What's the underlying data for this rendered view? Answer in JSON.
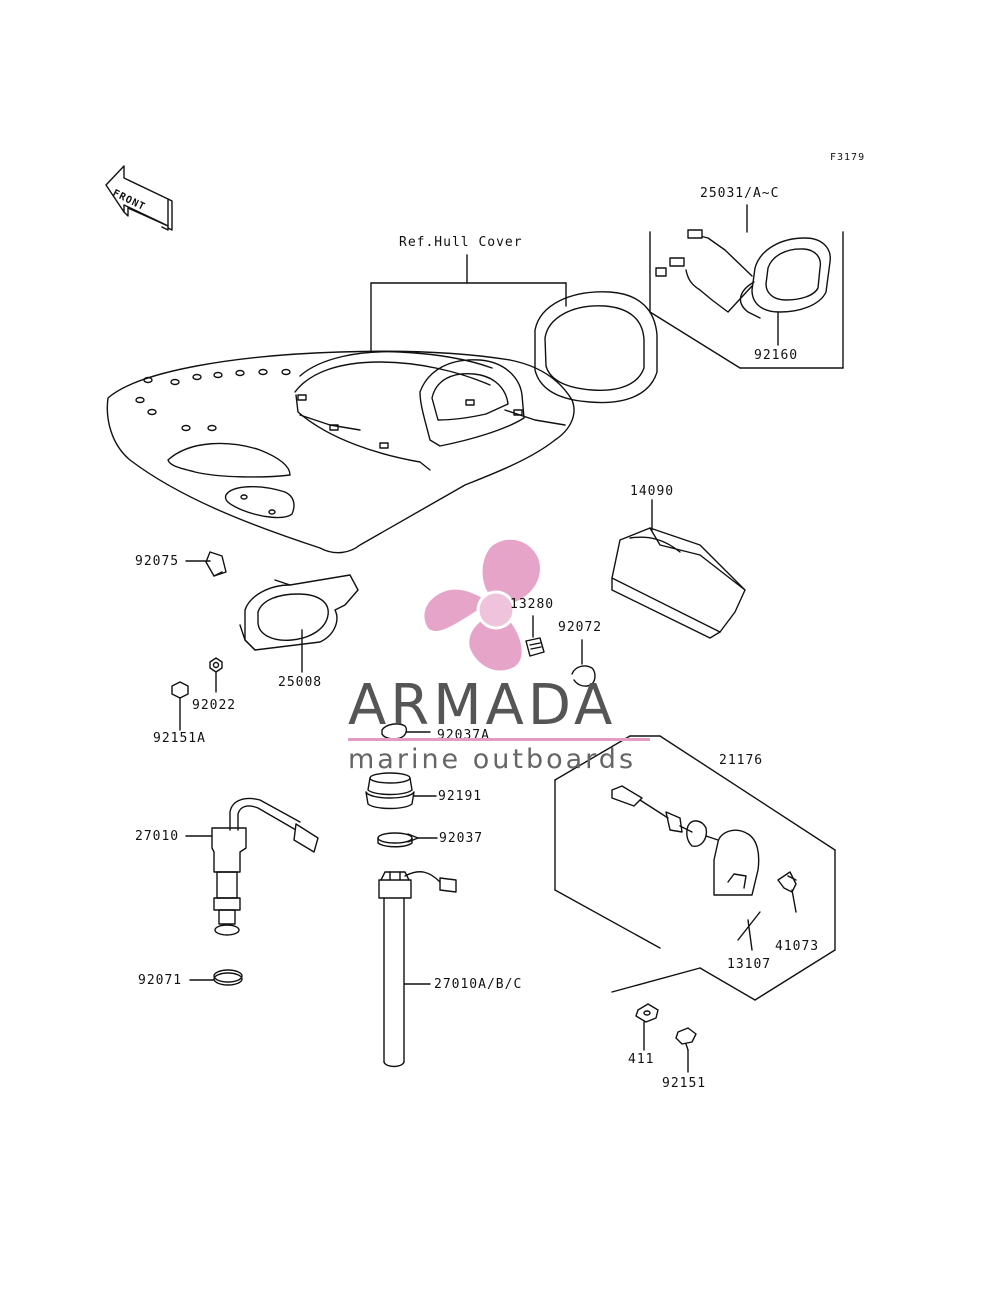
{
  "figure_code": "F3179",
  "front_label": "FRONT",
  "ref_label": "Ref.Hull Cover",
  "watermark": {
    "title": "ARMADA",
    "subtitle": "marine outboards",
    "accent_color": "#e39ac3",
    "text_color": "#555555"
  },
  "parts": {
    "p25031": "25031/A~C",
    "p92160": "92160",
    "p14090": "14090",
    "p92075": "92075",
    "p13280": "13280",
    "p92072": "92072",
    "p25008": "25008",
    "p92022": "92022",
    "p92151A": "92151A",
    "p92037A": "92037A",
    "p21176": "21176",
    "p92191": "92191",
    "p27010": "27010",
    "p92037": "92037",
    "p41073": "41073",
    "p13107": "13107",
    "p92071": "92071",
    "p27010ABC": "27010A/B/C",
    "p411": "411",
    "p92151": "92151"
  }
}
